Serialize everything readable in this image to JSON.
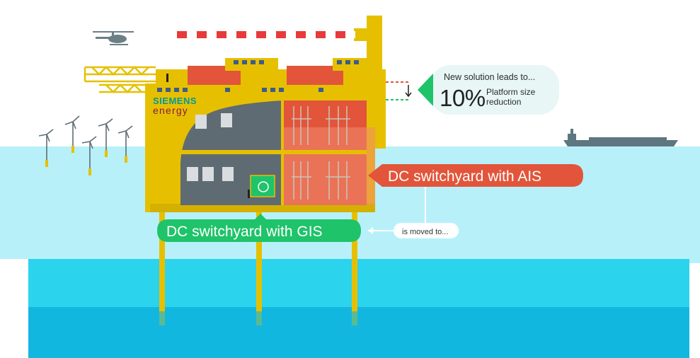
{
  "brand": {
    "name": "SIEMENS",
    "sub": "energy",
    "name_color": "#009999",
    "sub_color": "#8a1a3e"
  },
  "callout": {
    "lead": "New solution leads to...",
    "percent": "10%",
    "description": "Platform size reduction"
  },
  "tags": {
    "ais": "DC switchyard with AIS",
    "gis": "DC switchyard with GIS",
    "moved": "is moved to..."
  },
  "colors": {
    "sky": "#ffffff",
    "sea_light": "#b8f0fa",
    "sea_mid": "#2bd3ec",
    "sea_deep": "#12b7e0",
    "platform": "#e6c000",
    "ais_orange": "#e2553a",
    "gis_green": "#1fc36a",
    "accent_red": "#e83a3a",
    "callout_bg": "#e8f6f6",
    "callout_green": "#1fc36a"
  },
  "icons": {
    "helicopter": "helicopter-icon",
    "wind_turbine": "wind-turbine-icon",
    "ship": "tanker-ship-icon",
    "arrow_down": "arrow-down-icon",
    "arrow_left": "arrow-left-icon"
  }
}
